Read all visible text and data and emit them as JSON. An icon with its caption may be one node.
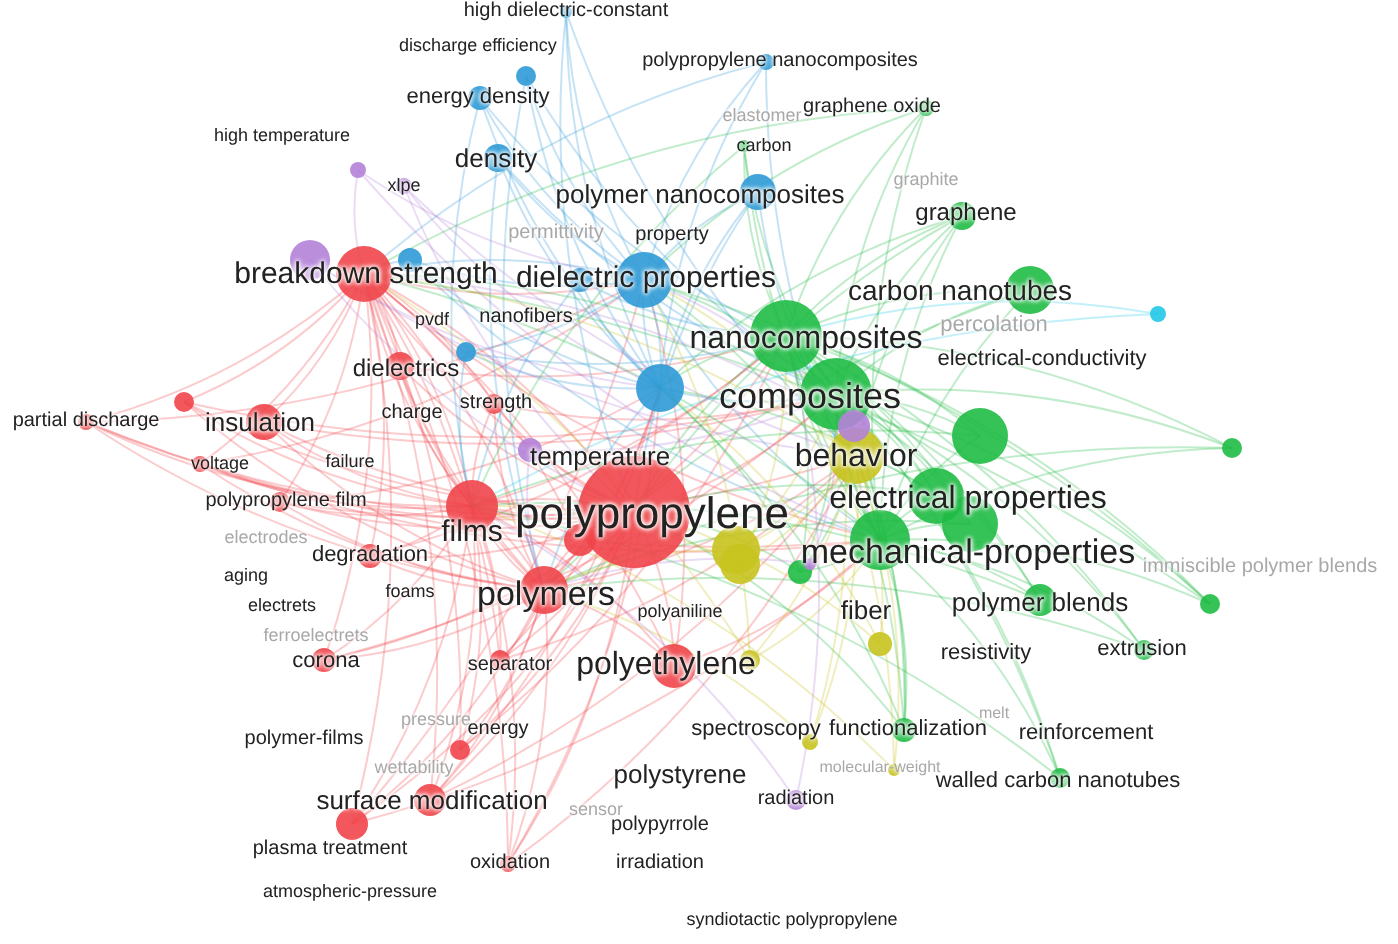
{
  "diagram": {
    "labels": [
      "high dielectric-constant",
      "discharge efficiency",
      "polypropylene nanocomposites",
      "energy density",
      "elastomer",
      "graphene oxide",
      "high temperature",
      "carbon",
      "density",
      "xlpe",
      "polymer nanocomposites",
      "graphite",
      "graphene",
      "permittivity",
      "property",
      "breakdown strength",
      "dielectric properties",
      "carbon nanotubes",
      "pvdf",
      "nanofibers",
      "nanocomposites",
      "percolation",
      "dielectrics",
      "electrical-conductivity",
      "partial discharge",
      "insulation",
      "charge",
      "strength",
      "composites",
      "voltage",
      "failure",
      "temperature",
      "behavior",
      "polypropylene film",
      "films",
      "polypropylene",
      "electrical properties",
      "electrodes",
      "aging",
      "degradation",
      "mechanical-properties",
      "immiscible polymer blends",
      "electrets",
      "foams",
      "polymers",
      "polyaniline",
      "fiber",
      "polymer blends",
      "ferroelectrets",
      "corona",
      "separator",
      "polyethylene",
      "resistivity",
      "extrusion",
      "polymer-films",
      "pressure",
      "energy",
      "spectroscopy",
      "functionalization",
      "melt",
      "reinforcement",
      "wettability",
      "polystyrene",
      "molecular-weight",
      "walled carbon nanotubes",
      "surface modification",
      "sensor",
      "radiation",
      "polypyrrole",
      "plasma treatment",
      "oxidation",
      "irradiation",
      "atmospheric-pressure",
      "syndiotactic polypropylene"
    ]
  }
}
